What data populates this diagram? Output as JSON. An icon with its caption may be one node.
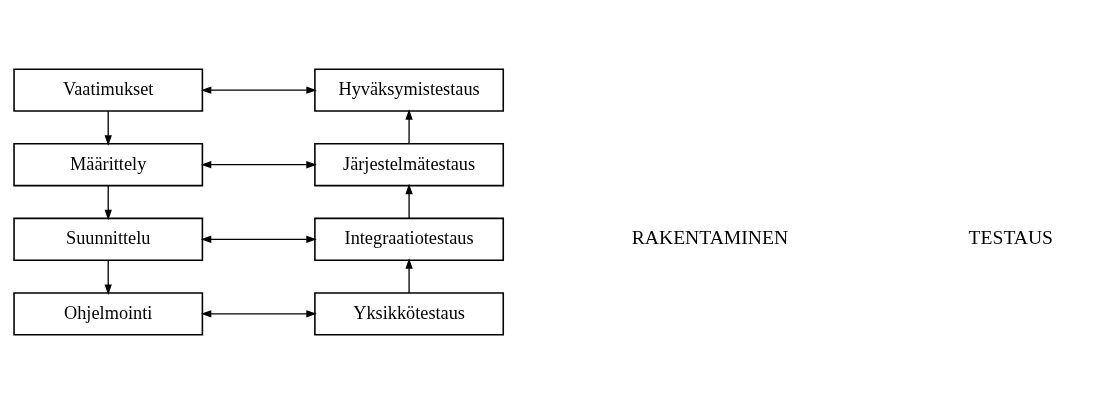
{
  "diagram": {
    "nodes": [
      {
        "text": [
          "Vaatimukset"
        ]
      },
      {
        "text": [
          "Määrittely"
        ]
      },
      {
        "text": [
          "Suunnittelu"
        ]
      },
      {
        "text": [
          "Ohjelmointi"
        ]
      },
      {
        "text": [
          "Yksikkötestaus"
        ]
      },
      {
        "text": [
          "Integraatiotestaus"
        ]
      },
      {
        "text": [
          "Järjestelmätestaus"
        ]
      },
      {
        "text": [
          "Hyväksymistestaus"
        ]
      }
    ],
    "edges": [
      {
        "from": 0,
        "to": 7,
        "arrow": "both"
      },
      {
        "from": 0,
        "to": 1,
        "arrow": "to"
      },
      {
        "from": 1,
        "to": 6,
        "arrow": "both"
      },
      {
        "from": 1,
        "to": 2,
        "arrow": "to"
      },
      {
        "from": 2,
        "to": 5,
        "arrow": "both"
      },
      {
        "from": 2,
        "to": 3,
        "arrow": "to"
      },
      {
        "from": 3,
        "to": 4,
        "arrow": "both"
      },
      {
        "from": 4,
        "to": 5,
        "arrow": "to"
      },
      {
        "from": 5,
        "to": 6,
        "arrow": "to"
      },
      {
        "from": 6,
        "to": 7,
        "arrow": "to"
      }
    ],
    "labels": [
      "RAKENTAMINEN",
      "TESTAUS"
    ]
  }
}
